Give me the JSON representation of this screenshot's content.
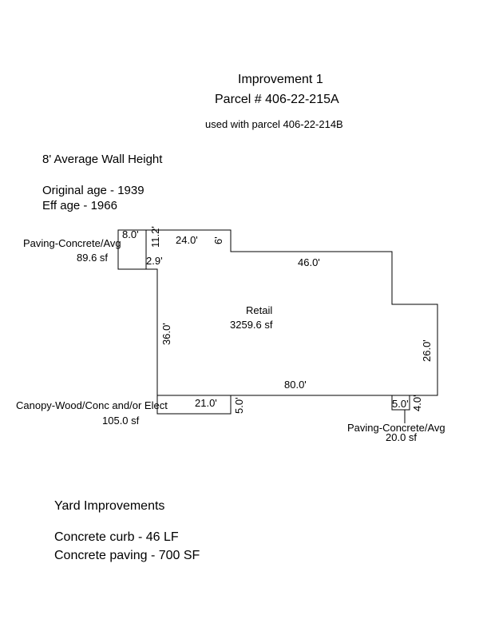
{
  "header": {
    "title": "Improvement 1",
    "parcel": "Parcel # 406-22-215A",
    "note": "used with parcel 406-22-214B"
  },
  "info": {
    "wall_height": "8' Average Wall Height",
    "original_age": "Original age - 1939",
    "eff_age": "Eff age - 1966"
  },
  "sketch": {
    "main_area": {
      "name": "Retail",
      "area": "3259.6 sf"
    },
    "paving_top": {
      "name": "Paving-Concrete/Avg",
      "area": "89.6 sf"
    },
    "canopy": {
      "name": "Canopy-Wood/Conc and/or Elect",
      "area": "105.0 sf"
    },
    "paving_right": {
      "name": "Paving-Concrete/Avg",
      "area": "20.0 sf"
    },
    "dims": {
      "d_8": "8.0'",
      "d_11_2": "11.2'",
      "d_2_9": "2.9'",
      "d_24": "24.0'",
      "d_6": "6'",
      "d_46": "46.0'",
      "d_36": "36.0'",
      "d_26": "26.0'",
      "d_80": "80.0'",
      "d_21": "21.0'",
      "d_5_0_left": "5.0'",
      "d_5_0_right": "5.0'",
      "d_4_0": "4.0'"
    }
  },
  "yard": {
    "heading": "Yard Improvements",
    "items": [
      "Concrete curb - 46 LF",
      "Concrete paving - 700 SF"
    ]
  }
}
